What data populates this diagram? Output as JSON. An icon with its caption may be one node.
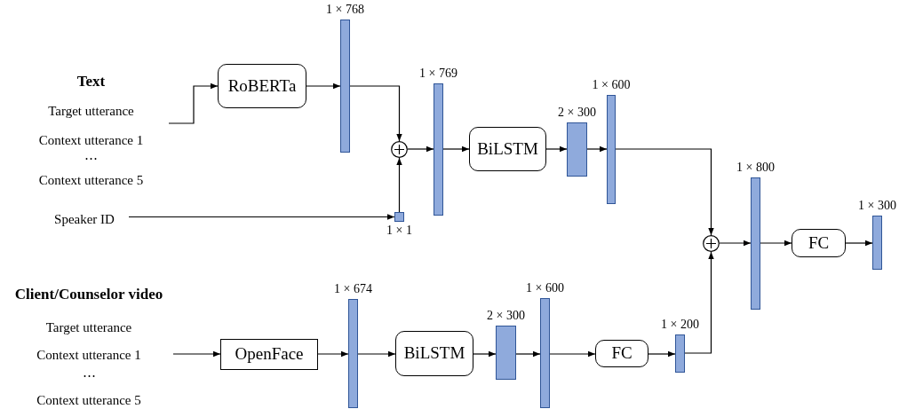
{
  "diagram": {
    "nodes": [
      {
        "text": [
          "Text",
          "Target utterance",
          "Context utterance 1",
          "⋯",
          "Context utterance 5"
        ]
      },
      {
        "text": [
          "RoBERTa"
        ]
      },
      {
        "text": [],
        "shape": "bar",
        "beside": [
          "1 × 768"
        ]
      },
      {
        "text": [],
        "shape": "circle"
      },
      {
        "text": [
          "Speaker ID"
        ]
      },
      {
        "text": [],
        "shape": "bar",
        "beside": [
          "1 × 1"
        ]
      },
      {
        "text": [],
        "shape": "bar",
        "beside": [
          "1 × 769"
        ]
      },
      {
        "text": [
          "BiLSTM"
        ]
      },
      {
        "text": [],
        "shape": "bar",
        "beside": [
          "2 × 300"
        ]
      },
      {
        "text": [],
        "shape": "bar",
        "beside": [
          "1 × 600"
        ]
      },
      {
        "text": [],
        "shape": "circle"
      },
      {
        "text": [],
        "shape": "bar",
        "beside": [
          "1 × 800"
        ]
      },
      {
        "text": [
          "FC"
        ]
      },
      {
        "text": [],
        "shape": "bar",
        "beside": [
          "1 × 300"
        ]
      },
      {
        "text": [
          "Client/Counselor video",
          "Target utterance",
          "Context utterance 1",
          "⋯",
          "Context utterance 5"
        ]
      },
      {
        "text": [
          "OpenFace"
        ]
      },
      {
        "text": [],
        "shape": "bar",
        "beside": [
          "1 × 674"
        ]
      },
      {
        "text": [
          "BiLSTM"
        ]
      },
      {
        "text": [],
        "shape": "bar",
        "beside": [
          "2 × 300"
        ]
      },
      {
        "text": [],
        "shape": "bar",
        "beside": [
          "1 × 600"
        ]
      },
      {
        "text": [
          "FC"
        ]
      },
      {
        "text": [],
        "shape": "bar",
        "beside": [
          "1 × 200"
        ]
      }
    ],
    "edges": [
      {
        "from": 0,
        "to": 1,
        "arrow": "to"
      },
      {
        "from": 1,
        "to": 2,
        "arrow": "to"
      },
      {
        "from": 2,
        "to": 3,
        "arrow": "to"
      },
      {
        "from": 5,
        "to": 3,
        "arrow": "to"
      },
      {
        "from": 4,
        "to": 5,
        "arrow": "to"
      },
      {
        "from": 3,
        "to": 6,
        "arrow": "to"
      },
      {
        "from": 6,
        "to": 7,
        "arrow": "to"
      },
      {
        "from": 7,
        "to": 8,
        "arrow": "to"
      },
      {
        "from": 8,
        "to": 9,
        "arrow": "to"
      },
      {
        "from": 9,
        "to": 10,
        "arrow": "to"
      },
      {
        "from": 21,
        "to": 10,
        "arrow": "to"
      },
      {
        "from": 10,
        "to": 11,
        "arrow": "to"
      },
      {
        "from": 11,
        "to": 12,
        "arrow": "to"
      },
      {
        "from": 12,
        "to": 13,
        "arrow": "to"
      },
      {
        "from": 14,
        "to": 15,
        "arrow": "to"
      },
      {
        "from": 15,
        "to": 16,
        "arrow": "to"
      },
      {
        "from": 16,
        "to": 17,
        "arrow": "to"
      },
      {
        "from": 17,
        "to": 18,
        "arrow": "to"
      },
      {
        "from": 18,
        "to": 19,
        "arrow": "to"
      },
      {
        "from": 19,
        "to": 20,
        "arrow": "to"
      },
      {
        "from": 20,
        "to": 21,
        "arrow": "to"
      }
    ]
  }
}
